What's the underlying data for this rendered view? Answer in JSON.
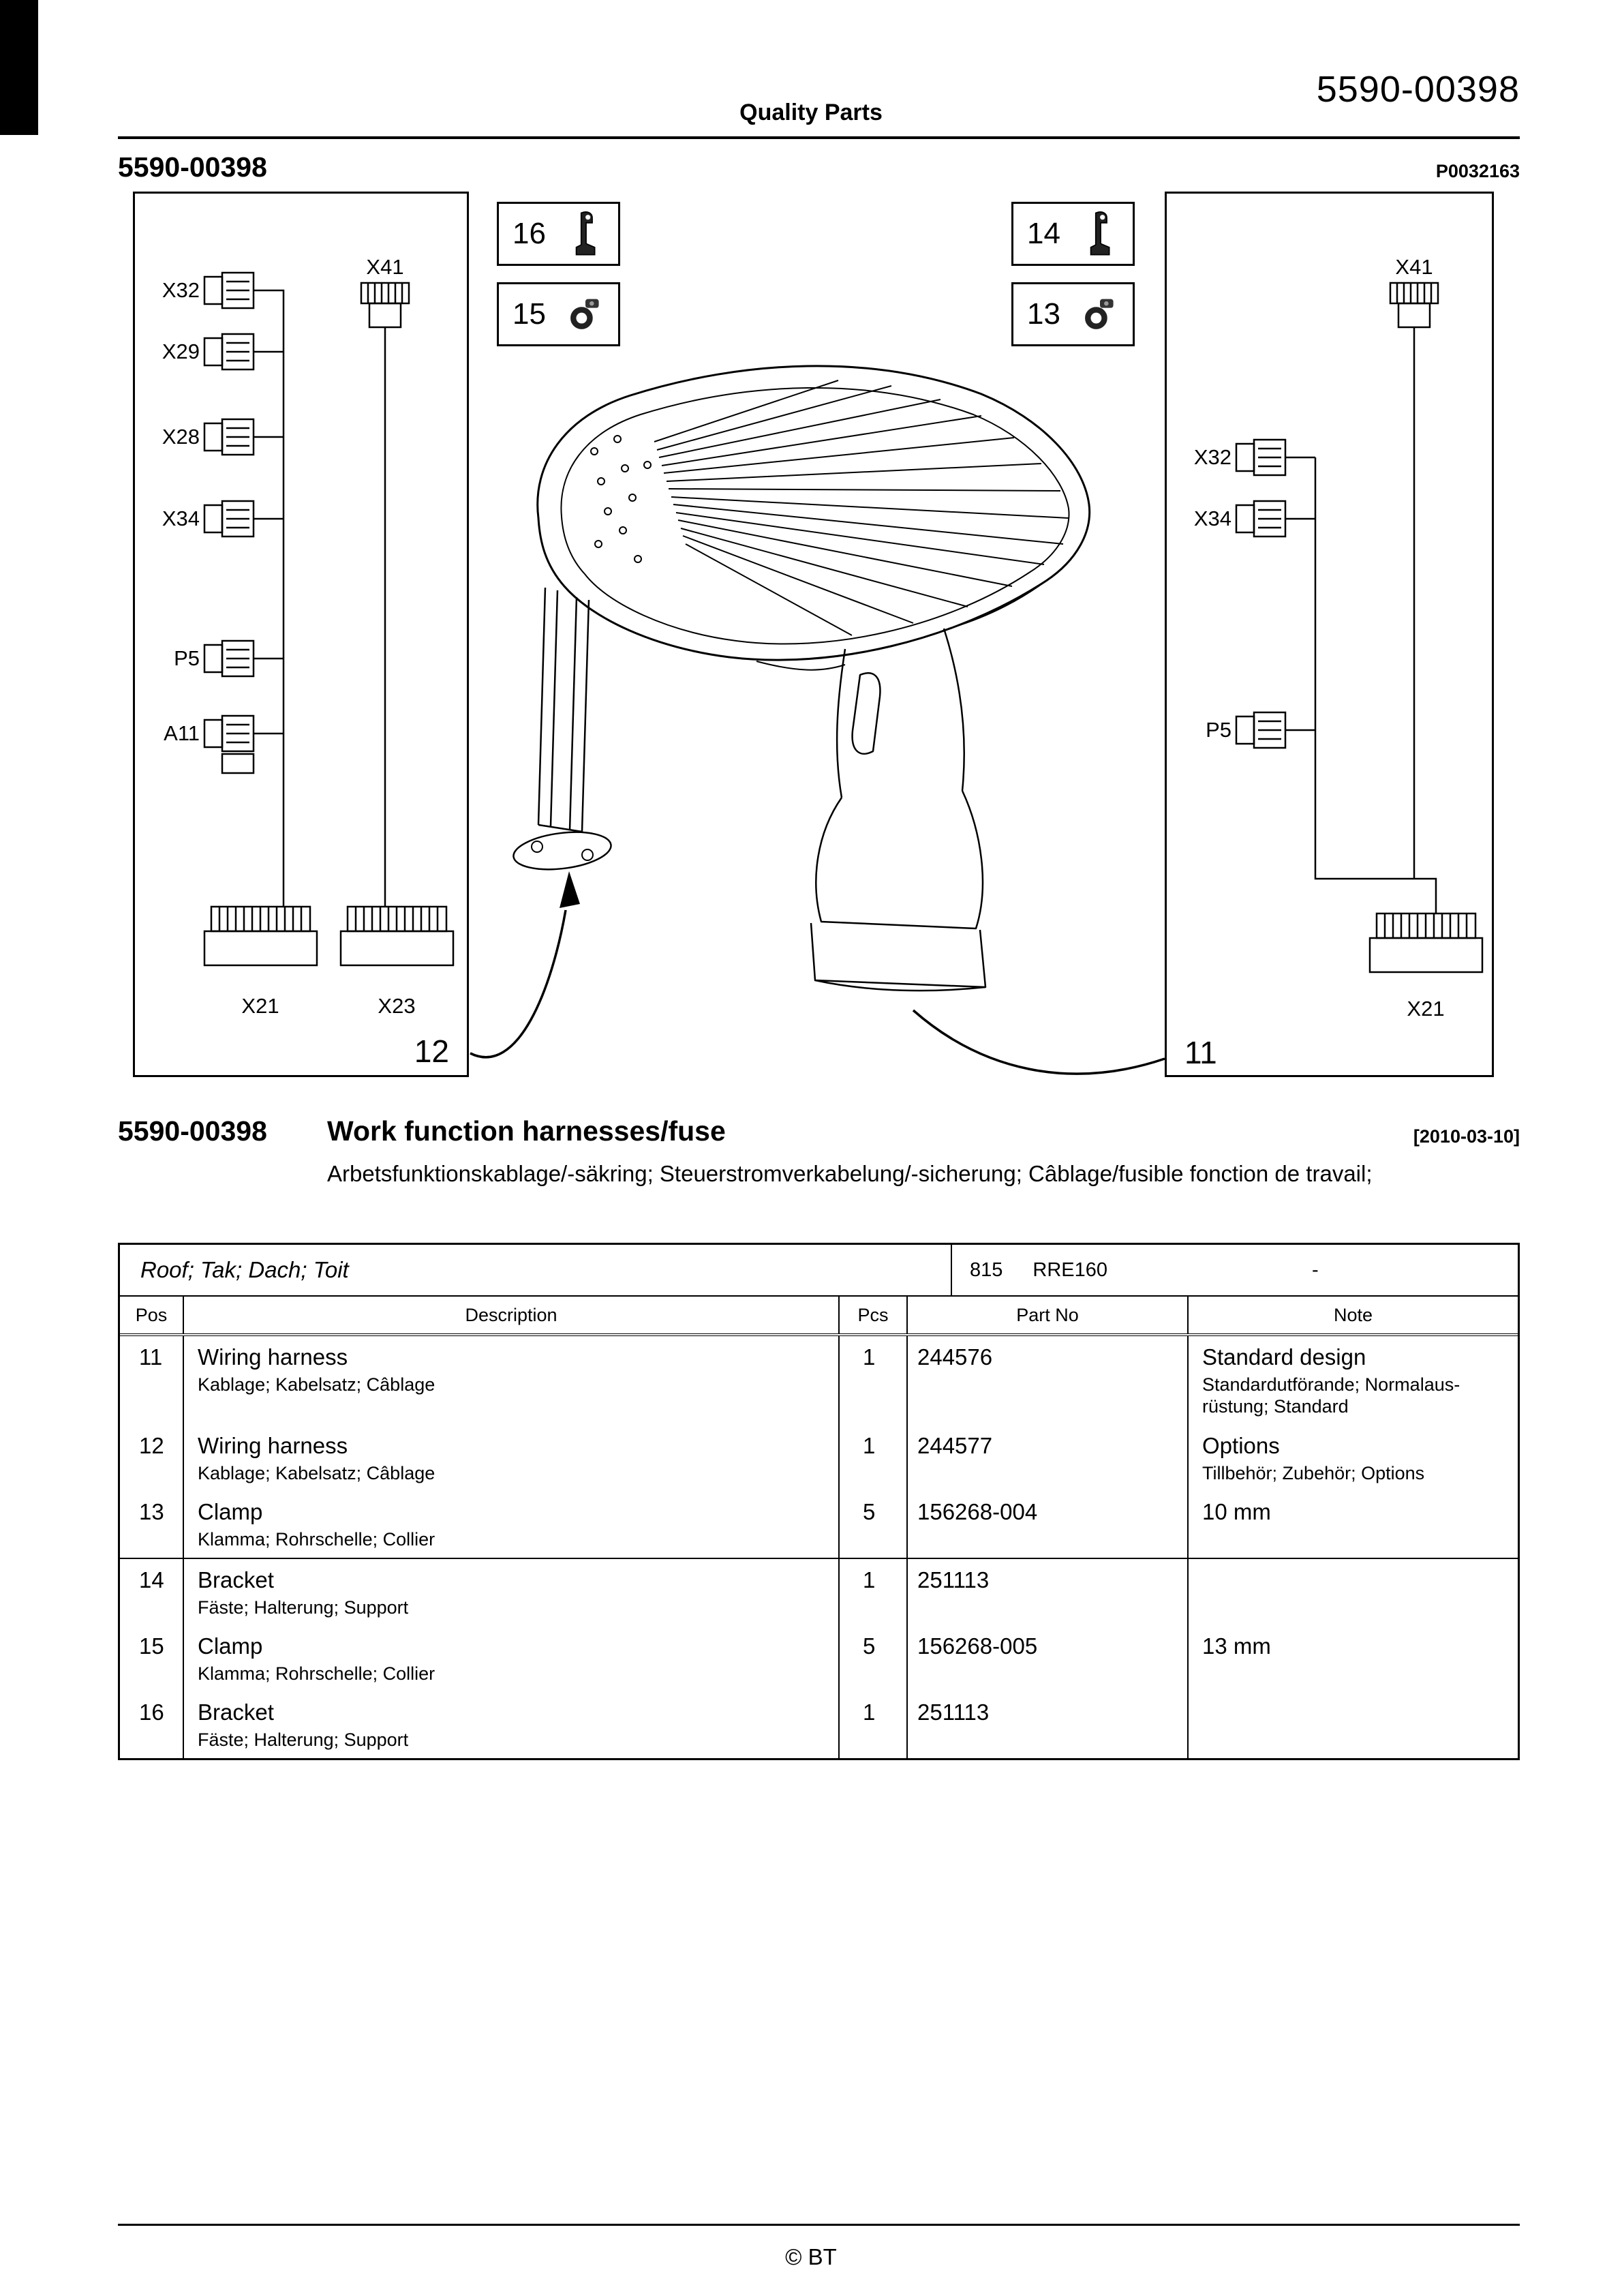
{
  "header": {
    "brand": "Quality Parts",
    "doc_number": "5590-00398",
    "page_id": "5590-00398",
    "plate_code": "P0032163"
  },
  "diagram": {
    "left_box": {
      "number": "12",
      "top_label": "X41",
      "labels": [
        "X32",
        "X29",
        "X28",
        "X34",
        "P5",
        "A11"
      ],
      "bottom_labels": [
        "X21",
        "X23"
      ]
    },
    "right_box": {
      "number": "11",
      "top_label": "X41",
      "labels": [
        "X32",
        "X34",
        "P5"
      ],
      "bottom_labels": [
        "X21"
      ]
    },
    "callouts": [
      {
        "number": "16",
        "icon": "bracket-icon"
      },
      {
        "number": "15",
        "icon": "clamp-icon"
      },
      {
        "number": "14",
        "icon": "bracket-icon"
      },
      {
        "number": "13",
        "icon": "clamp-icon"
      }
    ]
  },
  "section": {
    "number": "5590-00398",
    "title": "Work function harnesses/fuse",
    "date": "[2010-03-10]",
    "subtitle": "Arbetsfunktionskablage/-säkring; Steuerstromverkabelung/-sicherung; Câblage/fusible fonction de travail;"
  },
  "table": {
    "group": {
      "scope": "Roof; Tak; Dach; Toit",
      "code": "815",
      "model": "RRE160",
      "dash": "-"
    },
    "columns": {
      "pos": "Pos",
      "desc": "Description",
      "pcs": "Pcs",
      "part": "Part No",
      "note": "Note"
    },
    "rows": [
      {
        "pos": "11",
        "desc": "Wiring harness",
        "desc_sub": "Kablage; Kabelsatz; Câblage",
        "pcs": "1",
        "part": "244576",
        "note": "Standard design",
        "note_sub": "Standardutförande; Normalaus-\nrüstung; Standard"
      },
      {
        "pos": "12",
        "desc": "Wiring harness",
        "desc_sub": "Kablage; Kabelsatz; Câblage",
        "pcs": "1",
        "part": "244577",
        "note": "Options",
        "note_sub": "Tillbehör; Zubehör; Options"
      },
      {
        "pos": "13",
        "desc": "Clamp",
        "desc_sub": "Klamma; Rohrschelle; Collier",
        "pcs": "5",
        "part": "156268-004",
        "note": "10 mm",
        "note_sub": ""
      },
      {
        "pos": "14",
        "desc": "Bracket",
        "desc_sub": "Fäste; Halterung; Support",
        "pcs": "1",
        "part": "251113",
        "note": "",
        "note_sub": ""
      },
      {
        "pos": "15",
        "desc": "Clamp",
        "desc_sub": "Klamma; Rohrschelle; Collier",
        "pcs": "5",
        "part": "156268-005",
        "note": "13 mm",
        "note_sub": ""
      },
      {
        "pos": "16",
        "desc": "Bracket",
        "desc_sub": "Fäste; Halterung; Support",
        "pcs": "1",
        "part": "251113",
        "note": "",
        "note_sub": ""
      }
    ]
  },
  "footer": {
    "copyright": "© BT"
  }
}
